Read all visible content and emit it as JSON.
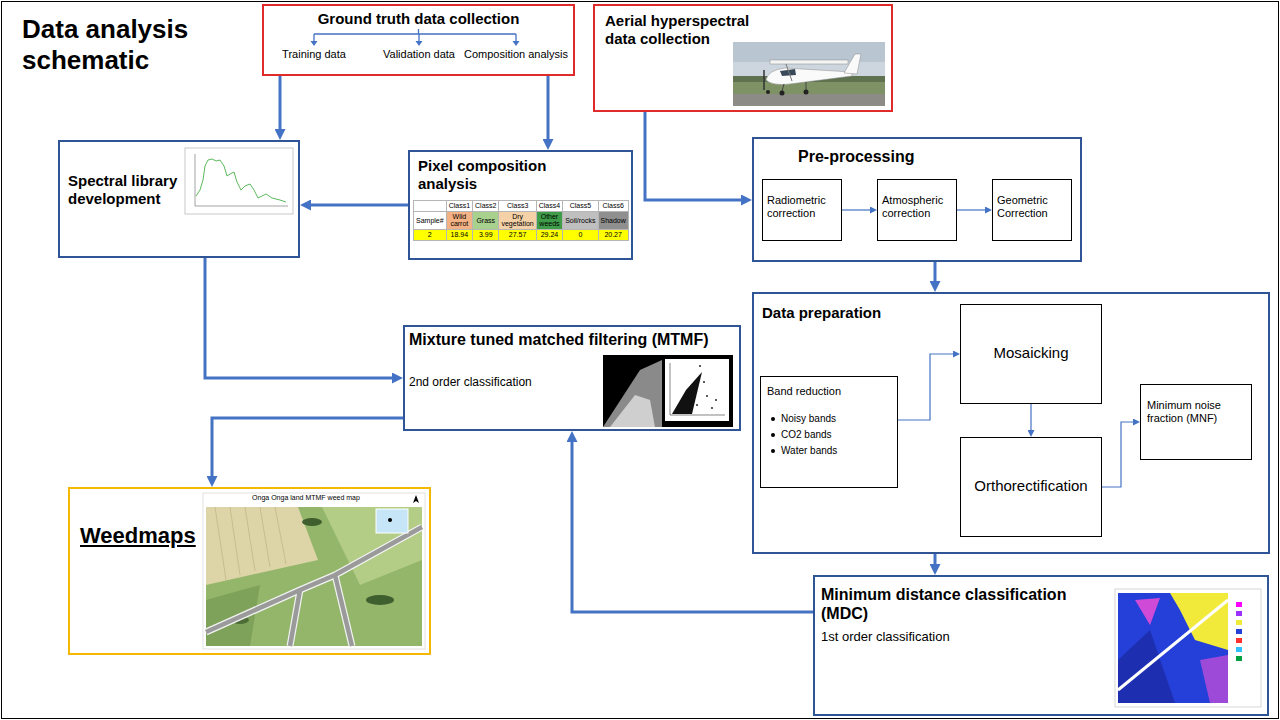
{
  "diagram": {
    "title": "Data analysis schematic",
    "nodes": [
      {
        "text": [
          "Ground truth data collection",
          "Training data",
          "Validation data",
          "Composition analysis"
        ]
      },
      {
        "text": [
          "Aerial hyperspectral data collection"
        ]
      },
      {
        "text": [
          "Spectral library development"
        ]
      },
      {
        "text": [
          "Pixel composition analysis"
        ]
      },
      {
        "text": [
          "Pre-processing"
        ]
      },
      {
        "text": [
          "Radiometric correction"
        ],
        "in": 4
      },
      {
        "text": [
          "Atmospheric correction"
        ],
        "in": 4
      },
      {
        "text": [
          "Geometric Correction"
        ],
        "in": 4
      },
      {
        "text": [
          "Mixture tuned matched filtering (MTMF)",
          "2nd order classification"
        ]
      },
      {
        "text": [
          "Data preparation"
        ]
      },
      {
        "text": [
          "Band reduction",
          "Noisy bands",
          "CO2 bands",
          "Water bands"
        ],
        "in": 9
      },
      {
        "text": [
          "Mosaicking"
        ],
        "in": 9
      },
      {
        "text": [
          "Orthorectification"
        ],
        "in": 9
      },
      {
        "text": [
          "Minimum noise fraction (MNF)"
        ],
        "in": 9
      },
      {
        "text": [
          "Weedmaps"
        ]
      },
      {
        "text": [
          "Minimum distance classification (MDC)",
          "1st order classification"
        ]
      }
    ],
    "edges": [
      {
        "from": 0,
        "to": 2,
        "arrow": "to"
      },
      {
        "from": 0,
        "to": 3,
        "arrow": "to"
      },
      {
        "from": 3,
        "to": 2,
        "arrow": "to"
      },
      {
        "from": 1,
        "to": 4,
        "arrow": "to"
      },
      {
        "from": 4,
        "to": 9,
        "arrow": "to"
      },
      {
        "from": 9,
        "to": 15,
        "arrow": "to"
      },
      {
        "from": 15,
        "to": 8,
        "arrow": "to"
      },
      {
        "from": 2,
        "to": 8,
        "arrow": "to"
      },
      {
        "from": 8,
        "to": 14,
        "arrow": "to"
      },
      {
        "from": 5,
        "to": 6,
        "arrow": "to"
      },
      {
        "from": 6,
        "to": 7,
        "arrow": "to"
      },
      {
        "from": 10,
        "to": 11,
        "arrow": "to"
      },
      {
        "from": 11,
        "to": 12,
        "arrow": "to"
      },
      {
        "from": 12,
        "to": 13,
        "arrow": "to"
      }
    ],
    "labels": [
      "Class1",
      "Class2",
      "Class3",
      "Class4",
      "Class5",
      "Class6",
      "Sample#",
      "Wild carrot",
      "Grass",
      "Dry vegetation",
      "Other weeds",
      "Soil/rocks",
      "Shadow",
      "2",
      "18.94",
      "3.99",
      "27.57",
      "29.24",
      "0",
      "20.27",
      "Onga Onga land MTMF weed map"
    ]
  }
}
